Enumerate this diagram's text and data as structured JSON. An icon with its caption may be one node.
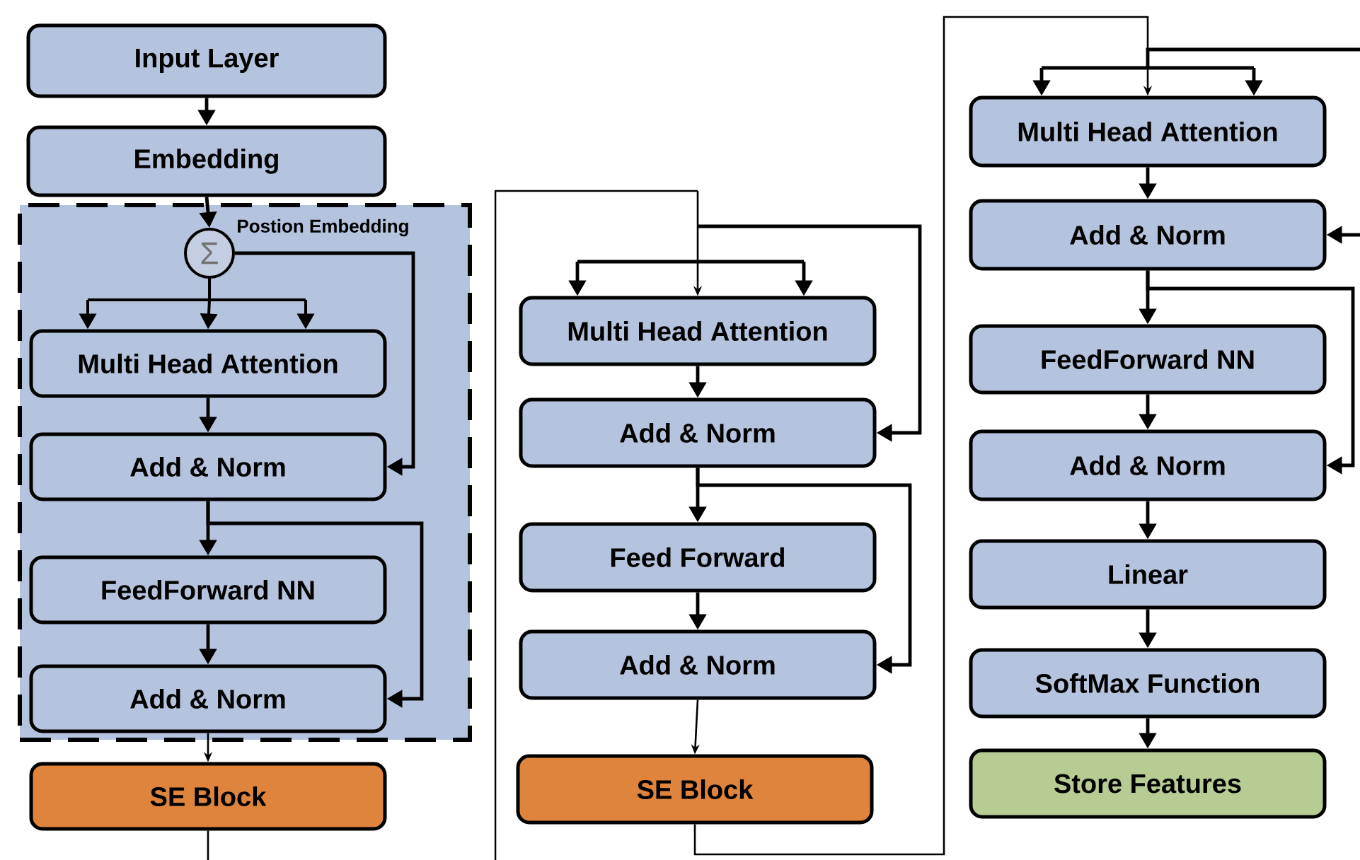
{
  "diagram": {
    "nodes": [
      {
        "text": [
          "Input Layer"
        ]
      },
      {
        "text": [
          "Embedding"
        ]
      },
      {
        "text": [],
        "shape": "box"
      },
      {
        "text": [
          "Σ"
        ],
        "beside": [
          "Postion Embedding"
        ],
        "in": 2
      },
      {
        "text": [
          "Multi Head Attention"
        ],
        "in": 2
      },
      {
        "text": [
          "Add & Norm"
        ],
        "in": 2
      },
      {
        "text": [
          "FeedForward NN"
        ],
        "in": 2
      },
      {
        "text": [
          "Add & Norm"
        ],
        "in": 2
      },
      {
        "text": [
          "SE Block"
        ]
      },
      {
        "text": [
          "Multi Head Attention"
        ]
      },
      {
        "text": [
          "Add & Norm"
        ]
      },
      {
        "text": [
          "Feed Forward"
        ]
      },
      {
        "text": [
          "Add & Norm"
        ]
      },
      {
        "text": [
          "SE Block"
        ]
      },
      {
        "text": [
          "Multi Head Attention"
        ]
      },
      {
        "text": [
          "Add & Norm"
        ]
      },
      {
        "text": [
          "FeedForward NN"
        ]
      },
      {
        "text": [
          "Add & Norm"
        ]
      },
      {
        "text": [
          "Linear"
        ]
      },
      {
        "text": [
          "SoftMax Function"
        ]
      },
      {
        "text": [
          "Store Features"
        ]
      }
    ],
    "edges": [
      {
        "from": 0,
        "to": 1,
        "arrow": "to"
      },
      {
        "from": 1,
        "to": 3,
        "arrow": "to"
      },
      {
        "from": 3,
        "to": 4,
        "arrow": "to"
      },
      {
        "from": 3,
        "to": 5,
        "arrow": "to"
      },
      {
        "from": 4,
        "to": 5,
        "arrow": "to"
      },
      {
        "from": 5,
        "to": 6,
        "arrow": "to"
      },
      {
        "from": 5,
        "to": 7,
        "arrow": "to"
      },
      {
        "from": 6,
        "to": 7,
        "arrow": "to"
      },
      {
        "from": 7,
        "to": 8,
        "arrow": "to"
      },
      {
        "from": 8,
        "to": null,
        "arrow": "none"
      },
      {
        "from": null,
        "to": 9,
        "arrow": "to"
      },
      {
        "from": null,
        "to": 10,
        "arrow": "to"
      },
      {
        "from": 9,
        "to": 10,
        "arrow": "to"
      },
      {
        "from": 10,
        "to": 11,
        "arrow": "to"
      },
      {
        "from": 10,
        "to": 12,
        "arrow": "to"
      },
      {
        "from": 11,
        "to": 12,
        "arrow": "to"
      },
      {
        "from": 12,
        "to": 13,
        "arrow": "to"
      },
      {
        "from": 13,
        "to": 14,
        "arrow": "to"
      },
      {
        "from": null,
        "to": 14,
        "arrow": "to"
      },
      {
        "from": 14,
        "to": 15,
        "arrow": "to"
      },
      {
        "from": null,
        "to": 15,
        "arrow": "to"
      },
      {
        "from": 15,
        "to": 16,
        "arrow": "to"
      },
      {
        "from": 15,
        "to": 17,
        "arrow": "to"
      },
      {
        "from": 16,
        "to": 17,
        "arrow": "to"
      },
      {
        "from": 17,
        "to": 18,
        "arrow": "to"
      },
      {
        "from": 18,
        "to": 19,
        "arrow": "to"
      },
      {
        "from": 19,
        "to": 20,
        "arrow": "to"
      }
    ]
  }
}
